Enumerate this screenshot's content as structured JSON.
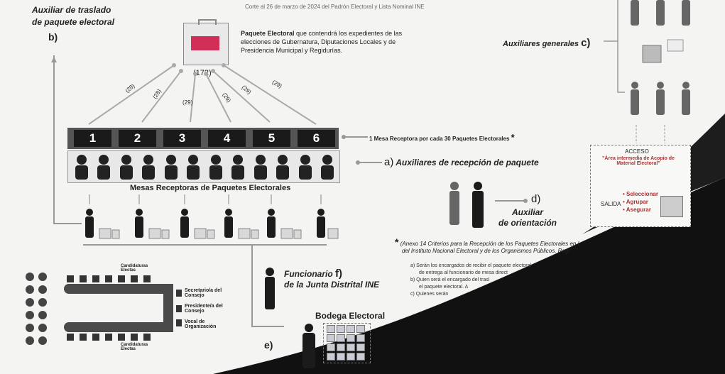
{
  "header": {
    "subtitle": "Corte al 26 de marzo de 2024 del Padrón Electoral y Lista Nominal INE"
  },
  "auxiliar_traslado": {
    "line1": "Auxiliar de traslado",
    "line2": "de paquete electoral",
    "letter": "b)"
  },
  "paquete": {
    "count": "(172)",
    "title_bold": "Paquete Electoral",
    "title_rest": " que contendrá los expedientes de las elecciones de Gubernatura, Diputaciones Locales y de Presidencia Municipal y Regidurías."
  },
  "arrow_counts": [
    "(28)",
    "(28)",
    "(29)",
    "(29)",
    "(29)",
    "(29)"
  ],
  "mesas": {
    "numbers": [
      "1",
      "2",
      "3",
      "4",
      "5",
      "6"
    ],
    "ratio_note": "1 Mesa Receptora por cada 30 Paquetes Electorales",
    "star": "*",
    "label": "Mesas Receptoras de Paquetes Electorales"
  },
  "auxiliares_recepcion": {
    "letter": "a)",
    "text": "Auxiliares de recepción de paquete"
  },
  "auxiliares_generales": {
    "text": "Auxiliares generales",
    "letter": "c)"
  },
  "acceso_box": {
    "acceso": "ACCESO",
    "area": "\"Área intermedia de Acopio de Material Electoral\"",
    "salida": "SALIDA",
    "actions": [
      "• Seleccionar",
      "• Agrupar",
      "• Asegurar"
    ]
  },
  "orientacion": {
    "letter": "d)",
    "line1": "Auxiliar",
    "line2": "de orientación"
  },
  "funcionario": {
    "letter": "f)",
    "line1": "Funcionario",
    "line2": "de la Junta Distrital INE"
  },
  "bodega": {
    "title": "Bodega Electoral",
    "letter": "e)"
  },
  "consejo": {
    "top_label": "Candidaturas Electas",
    "bottom_label": "Candidaturas Electas",
    "roles": [
      "Secretario/a del Consejo",
      "Presidente/a del Consejo",
      "Vocal de Organización"
    ]
  },
  "anexo": {
    "star": "*",
    "lead": "(Anexo 14 Criterios para la Recepción de los Paquetes Electorales en l",
    "line2": "del Instituto Nacional Electoral y de los Organismos Públicos. Regl",
    "items": [
      "a) Serán los encargados de recibir el paquete electoral",
      "de entrega al funcionario de mesa direct",
      "b) Quien será el encargado del trasl",
      "el paquete electoral. A",
      "c) Quienes serán"
    ]
  },
  "colors": {
    "dark": "#1a1a1a",
    "band": "#555555",
    "accent_red": "#c0392b"
  }
}
